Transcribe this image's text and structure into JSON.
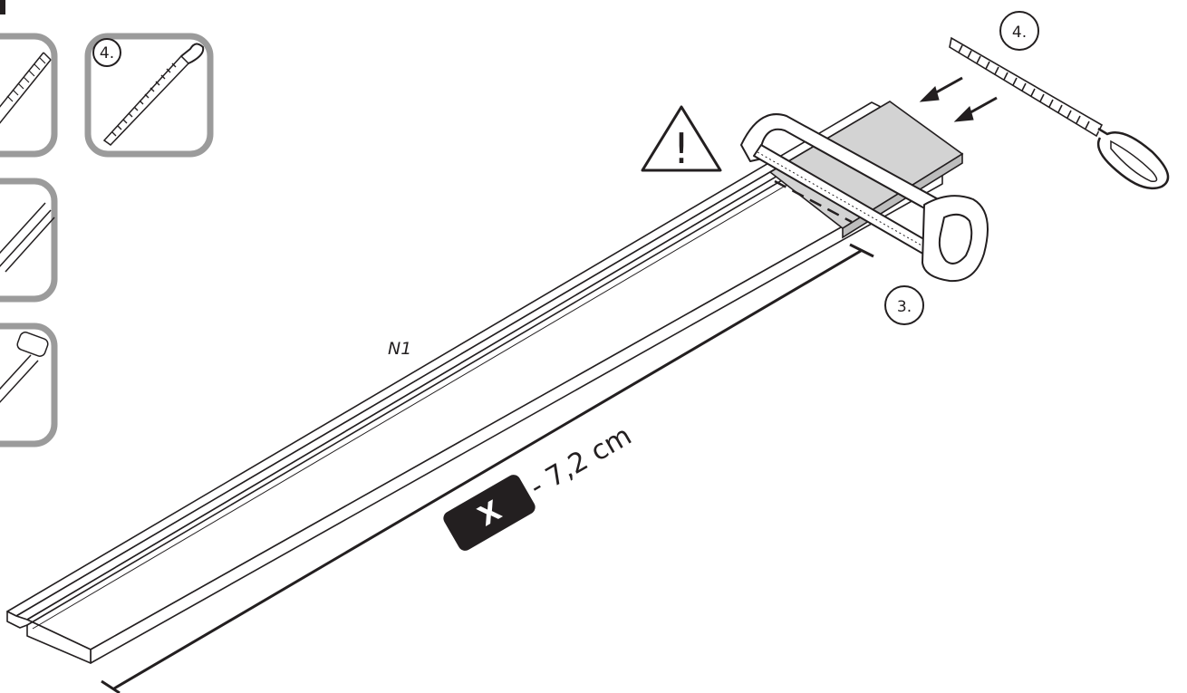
{
  "tool_panels": {
    "file_panel": {
      "step_label": "4.",
      "tool": "file"
    }
  },
  "main_illustration": {
    "part_label": "N1",
    "warning_symbol": "!",
    "warning_icon": "warning-triangle-icon",
    "dimension": {
      "variable": "X",
      "value_text": "- 7,2 cm"
    },
    "steps": [
      {
        "label": "3.",
        "tool": "hacksaw"
      },
      {
        "label": "4.",
        "tool": "file"
      }
    ]
  },
  "colors": {
    "panel_border": "#9b9b9b",
    "line": "#231f20",
    "cut_region": "#d3d3d3",
    "badge": "#231f20"
  }
}
